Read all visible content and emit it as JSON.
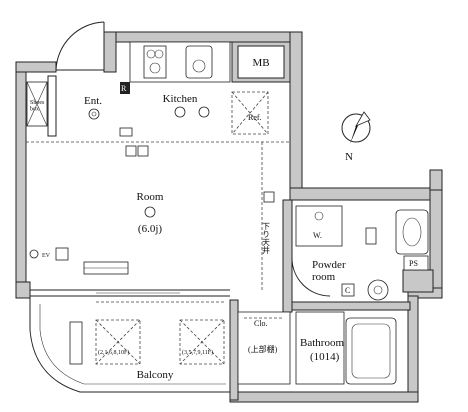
{
  "labels": {
    "entrance": "Ent.",
    "shoe_box": "Shoes\nbox",
    "kitchen": "Kitchen",
    "mb": "MB",
    "ref": "Ref.",
    "room": "Room",
    "room_size": "(6.0j)",
    "ceiling_note": "下り天井",
    "washer": "W.",
    "powder_room": "Powder\nroom",
    "ps": "PS",
    "closet": "Clo.",
    "closet_note": "(上部棚)",
    "bathroom": "Bathroom",
    "bathroom_size": "(1014)",
    "balcony": "Balcony",
    "ac_left": "(2,1,6,8,10F)",
    "ac_right": "(3,5,7,9,11F)",
    "r_mark": "R",
    "c_mark": "C",
    "north": "N",
    "ev": "EV"
  },
  "colors": {
    "wall": "#c8c8c8",
    "line": "#222222",
    "background": "#ffffff"
  }
}
